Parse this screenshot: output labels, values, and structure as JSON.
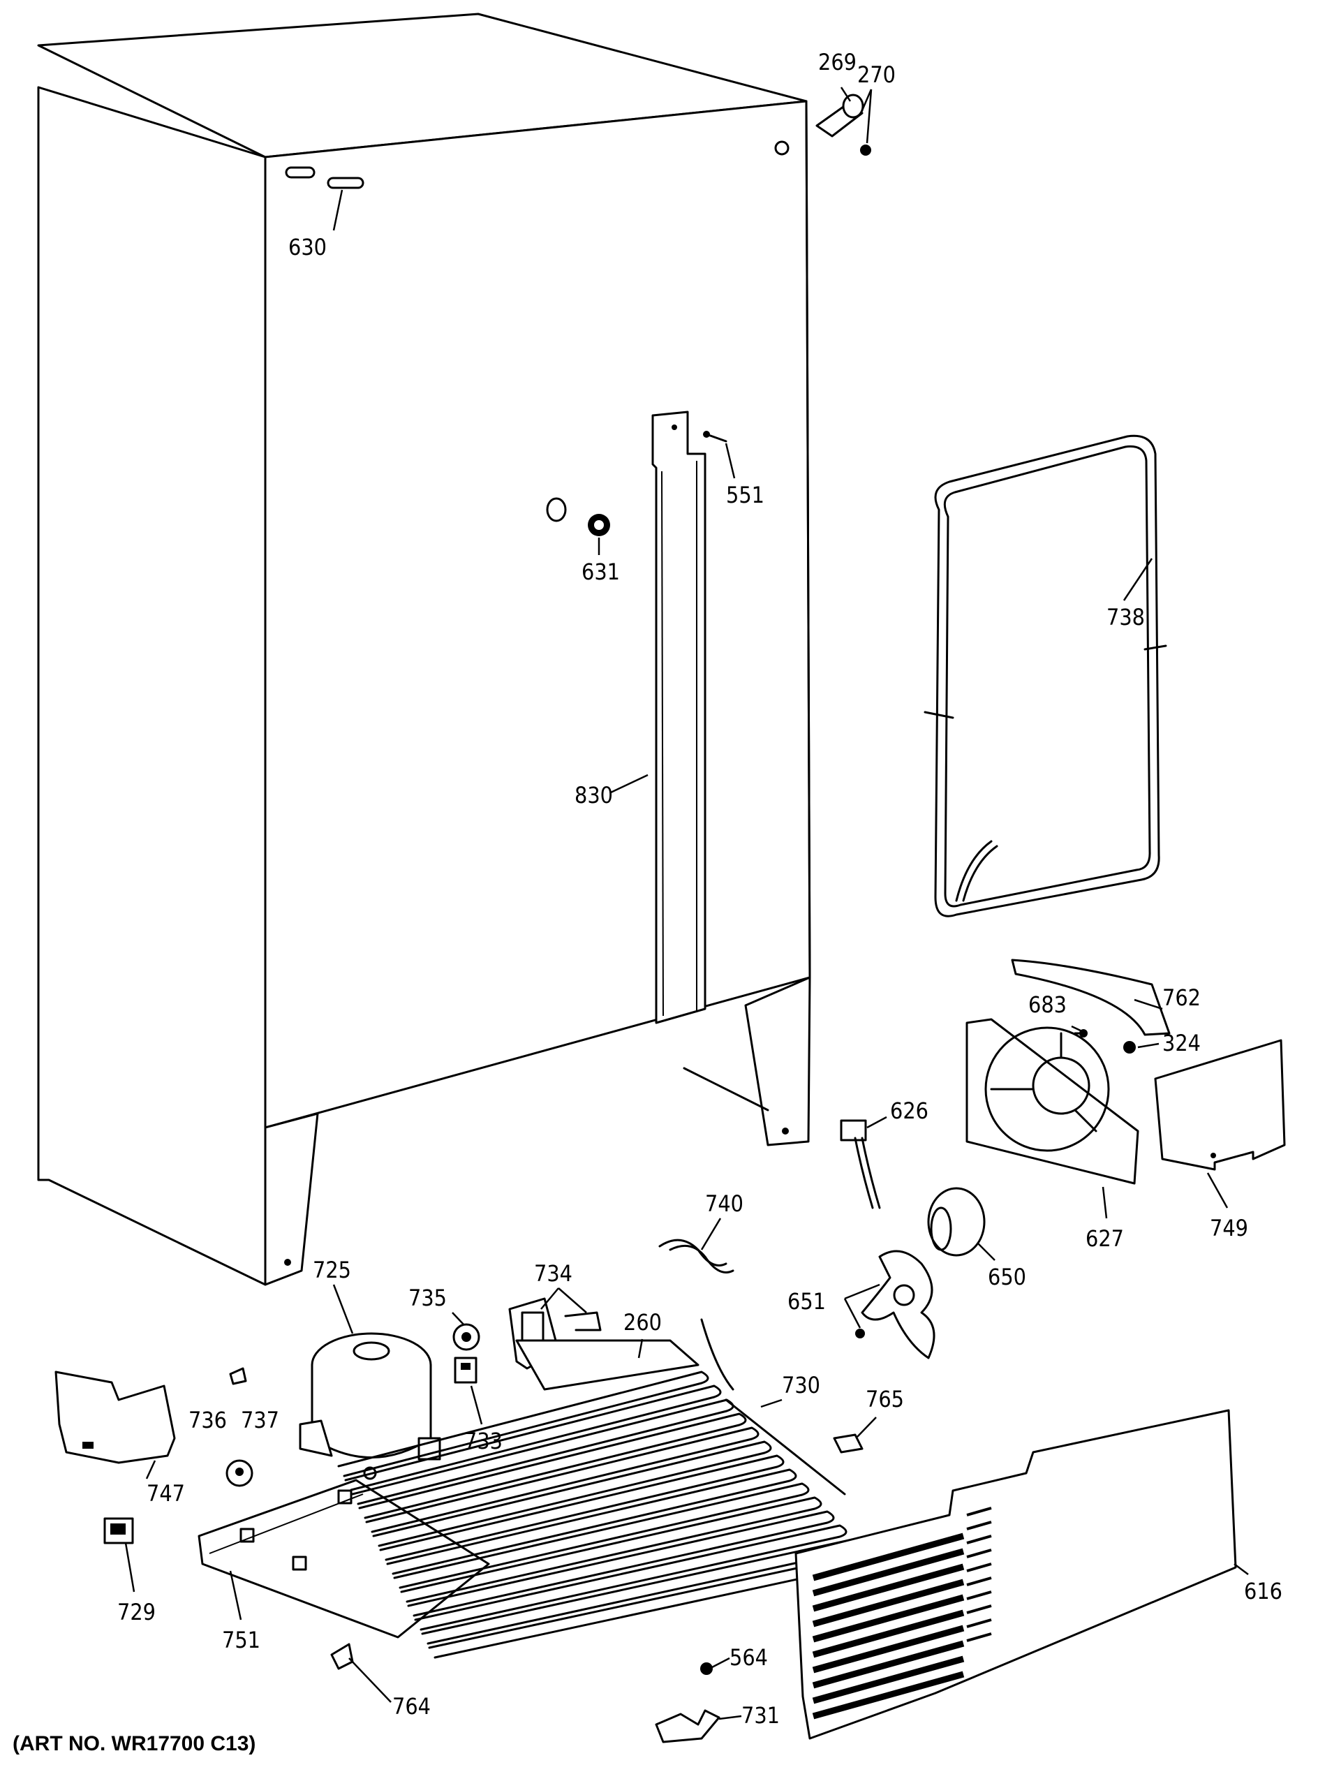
{
  "diagram": {
    "caption": "(ART NO. WR17700 C13)",
    "part_labels": {
      "p269": "269",
      "p270": "270",
      "p630": "630",
      "p551": "551",
      "p631": "631",
      "p738": "738",
      "p830": "830",
      "p762": "762",
      "p683": "683",
      "p324": "324",
      "p626": "626",
      "p749": "749",
      "p627": "627",
      "p740": "740",
      "p725": "725",
      "p735": "735",
      "p734": "734",
      "p260": "260",
      "p651": "651",
      "p650": "650",
      "p730": "730",
      "p765": "765",
      "p736": "736",
      "p737": "737",
      "p733": "733",
      "p747": "747",
      "p729": "729",
      "p751": "751",
      "p616": "616",
      "p564": "564",
      "p764": "764",
      "p731": "731"
    }
  }
}
